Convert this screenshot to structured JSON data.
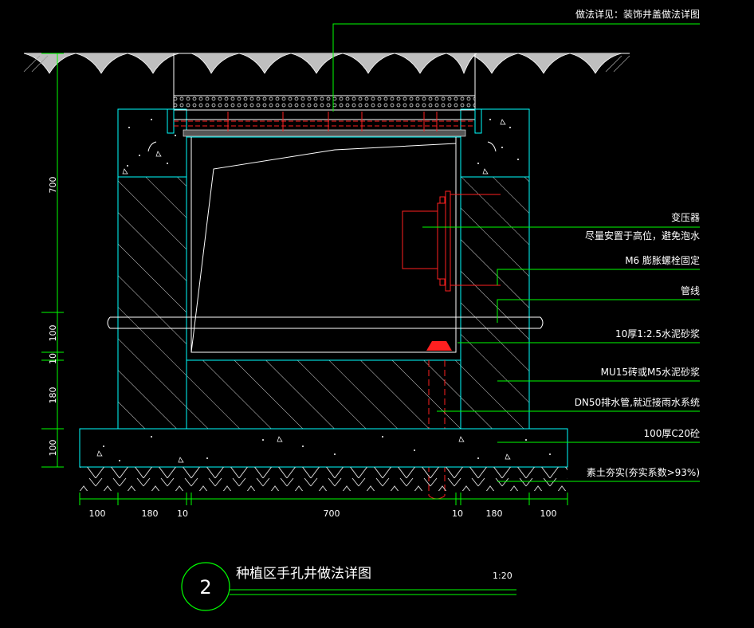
{
  "drawing": {
    "title": "种植区手孔井做法详图",
    "scale": "1:20",
    "number": "2"
  },
  "annotations": [
    {
      "id": "cover",
      "text": "做法详见：装饰井盖做法详图"
    },
    {
      "id": "transformer",
      "text": "变压器"
    },
    {
      "id": "transformer_note",
      "text": "尽量安置于高位，避免泡水"
    },
    {
      "id": "bolt",
      "text": "M6 膨胀螺栓固定"
    },
    {
      "id": "pipe",
      "text": "管线"
    },
    {
      "id": "mortar",
      "text": "10厚1:2.5水泥砂浆"
    },
    {
      "id": "brick",
      "text": "MU15砖或M5水泥砂浆"
    },
    {
      "id": "drain",
      "text": "DN50排水管,就近接雨水系统"
    },
    {
      "id": "concrete",
      "text": "100厚C20砼"
    },
    {
      "id": "soil",
      "text": "素土夯实(夯实系数>93%)"
    }
  ],
  "dims_vertical": [
    "700",
    "100",
    "10",
    "180",
    "100"
  ],
  "dims_horizontal": [
    "100",
    "180",
    "10",
    "700",
    "10",
    "180",
    "100"
  ],
  "colors": {
    "background": "#000000",
    "linework": "#ffffff",
    "leader": "#00ff00",
    "outline": "#00ffff",
    "detail": "#ff2020"
  }
}
